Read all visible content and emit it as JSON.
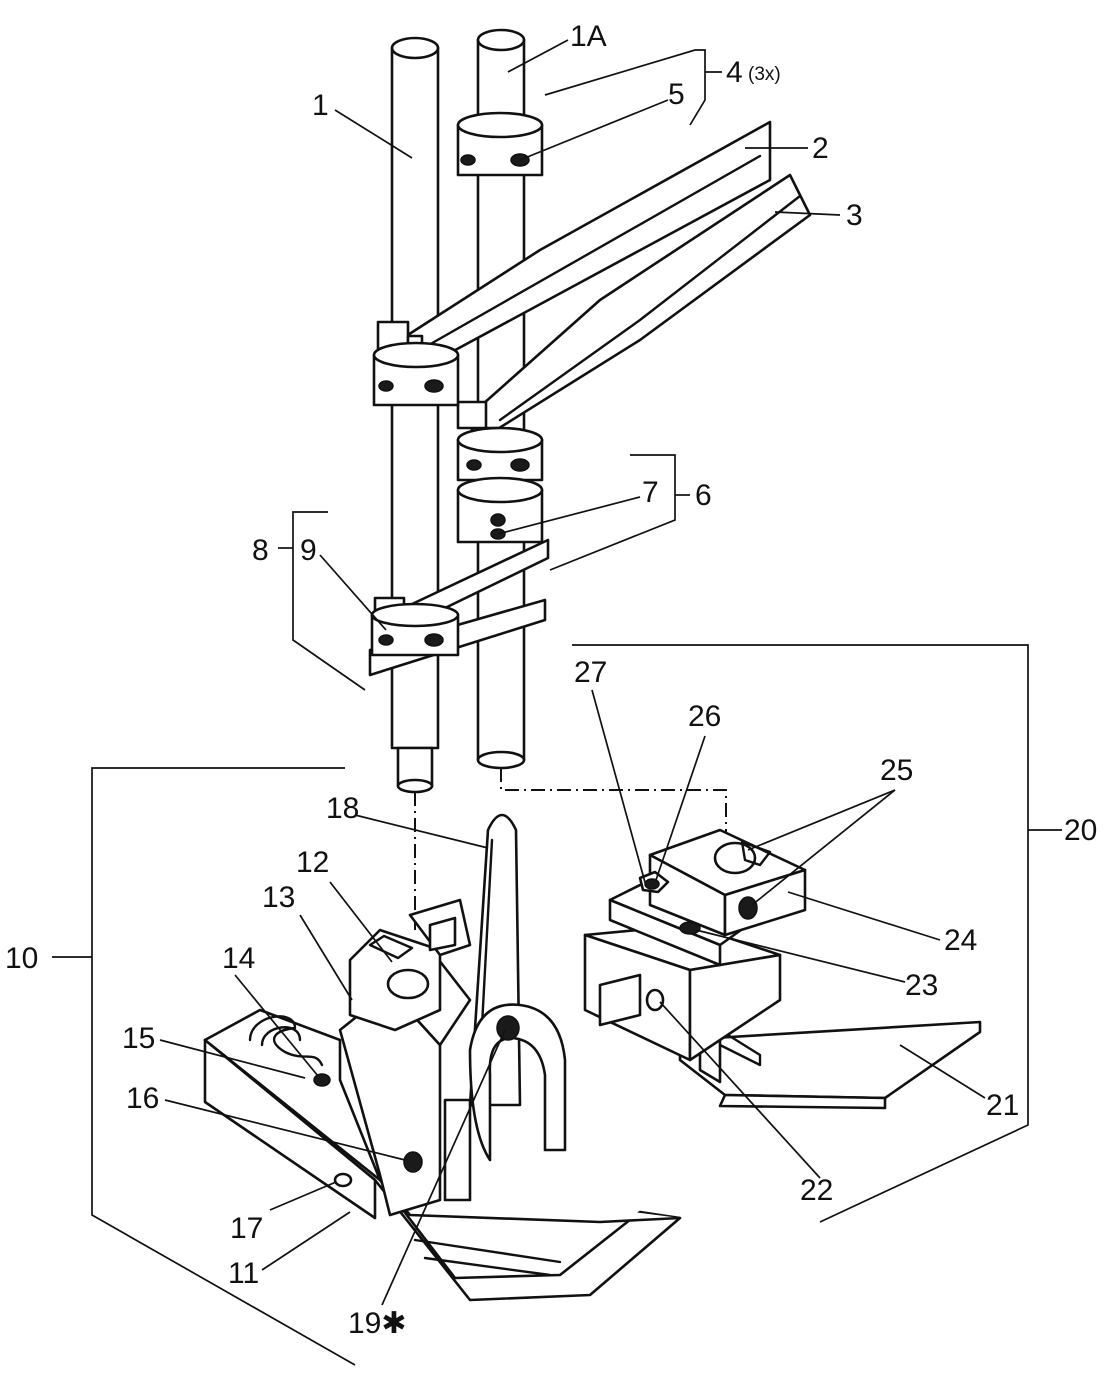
{
  "labels": {
    "l1": "1",
    "l1a": "1A",
    "l2": "2",
    "l3": "3",
    "l4": "4",
    "l4mult": "(3x)",
    "l5": "5",
    "l6": "6",
    "l7": "7",
    "l8": "8",
    "l9": "9",
    "l10": "10",
    "l11": "11",
    "l12": "12",
    "l13": "13",
    "l14": "14",
    "l15": "15",
    "l16": "16",
    "l17": "17",
    "l18": "18",
    "l19": "19✱",
    "l20": "20",
    "l21": "21",
    "l22": "22",
    "l23": "23",
    "l24": "24",
    "l25": "25",
    "l26": "26",
    "l27": "27"
  }
}
